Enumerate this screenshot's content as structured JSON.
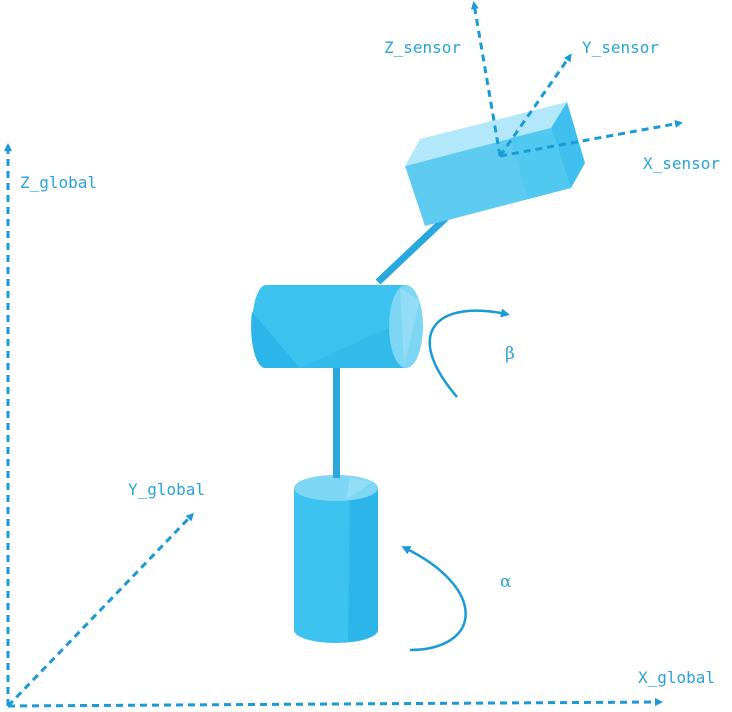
{
  "axes": {
    "global": {
      "x": "X_global",
      "y": "Y_global",
      "z": "Z_global"
    },
    "sensor": {
      "x": "X_sensor",
      "y": "Y_sensor",
      "z": "Z_sensor"
    }
  },
  "joints": {
    "alpha": "α",
    "beta": "β"
  },
  "colors": {
    "axis": "#1a9ad6",
    "label": "#29a3d8",
    "body": "#3cc2ee",
    "body_light": "#72d3f3",
    "body_dark": "#27b4e8",
    "link": "#2aa7dd"
  }
}
